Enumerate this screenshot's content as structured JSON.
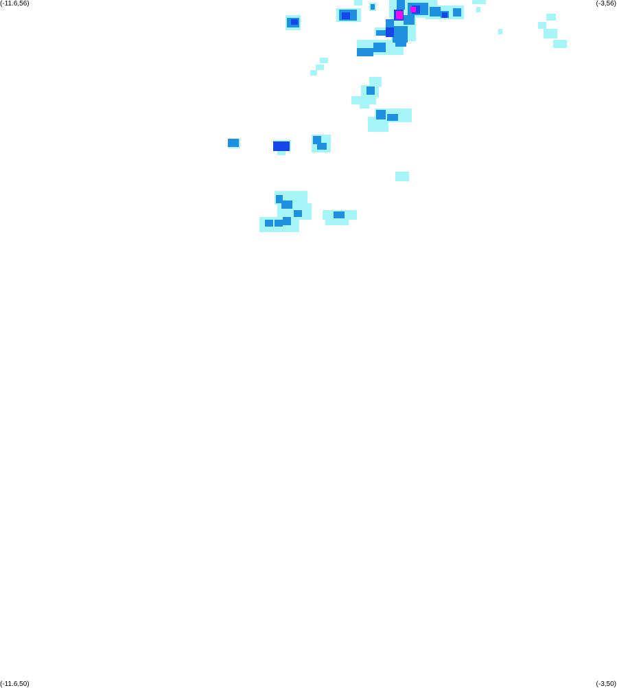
{
  "corners": {
    "top_left": "(-11.6,56)",
    "top_right": "(-3,56)",
    "bottom_left": "(-11.6,50)",
    "bottom_right": "(-3,50)"
  },
  "colors": {
    "background": "#ffffff",
    "light": "#a6f5f8",
    "medium": "#1f8fe0",
    "heavy": "#1646e8",
    "extreme": "#f00cf0"
  }
}
